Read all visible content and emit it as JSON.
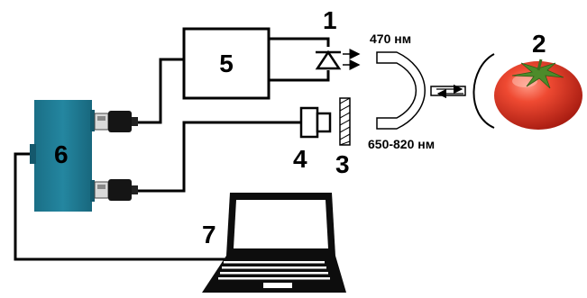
{
  "labels": {
    "n1": "1",
    "n2": "2",
    "n3": "3",
    "n4": "4",
    "n5": "5",
    "n6": "6",
    "n7": "7"
  },
  "wavelengths": {
    "blue": "470 нм",
    "nir": "650-820 нм"
  },
  "colors": {
    "device_body": "#1d7891",
    "device_dark": "#14586c",
    "tomato": "#e23a24",
    "leaf": "#4d8b2a",
    "line": "#000000"
  },
  "icons": [
    "led-diode-icon",
    "photodetector-icon",
    "usb-plug-icon",
    "laptop-icon",
    "tomato-icon",
    "fiber-probe-icon"
  ]
}
